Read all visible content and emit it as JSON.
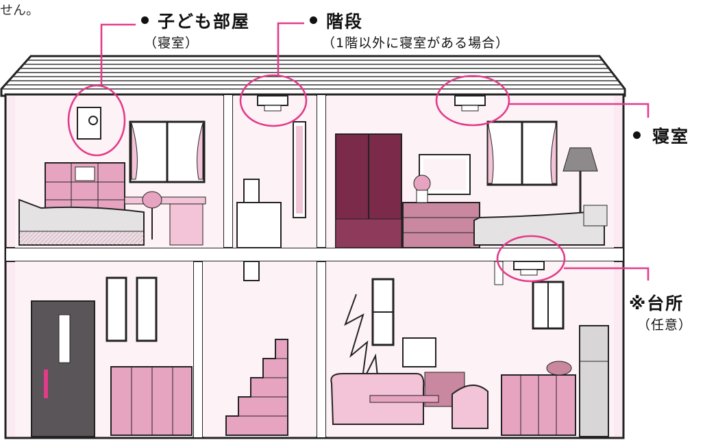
{
  "intro_fragment": "せん。",
  "labels": {
    "kids_room": {
      "title": "子ども部屋",
      "note": "（寝室）"
    },
    "stairs": {
      "title": "階段",
      "note": "（1階以外に寝室がある場合）"
    },
    "bedroom": {
      "title": "寝室"
    },
    "kitchen": {
      "title": "※台所",
      "note": "（任意）"
    }
  },
  "colors": {
    "callout_line": "#e33a8a",
    "wall_fill": "#f7d9e6",
    "furniture_pink": "#e7a4c1",
    "wardrobe": "#7b2a4a",
    "door_gray": "#5a5558",
    "outline": "#222222"
  }
}
